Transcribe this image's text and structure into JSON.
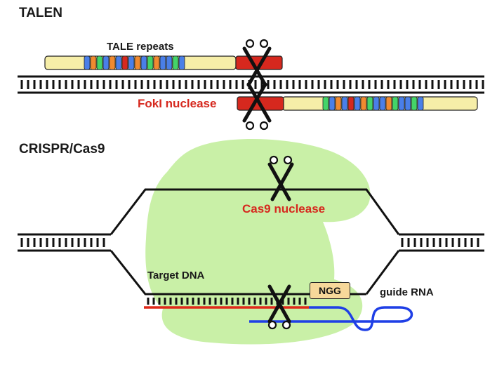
{
  "talen": {
    "title": "TALEN",
    "repeats_label": "TALE repeats",
    "nuclease_label": "FokI nuclease",
    "repeats_top": [
      "#4a7fe8",
      "#f08a30",
      "#44d468",
      "#4a7fe8",
      "#f08a30",
      "#4a7fe8",
      "#d6281e",
      "#4a7fe8",
      "#f08a30",
      "#4a7fe8",
      "#44d468",
      "#f08a30",
      "#4a7fe8",
      "#4a7fe8",
      "#44d468",
      "#4a7fe8"
    ],
    "repeats_bottom": [
      "#44d468",
      "#4a7fe8",
      "#f08a30",
      "#4a7fe8",
      "#d6281e",
      "#4a7fe8",
      "#f08a30",
      "#44d468",
      "#4a7fe8",
      "#4a7fe8",
      "#f08a30",
      "#44d468",
      "#4a7fe8",
      "#4a7fe8",
      "#44d468",
      "#4a7fe8"
    ]
  },
  "crispr": {
    "title": "CRISPR/Cas9",
    "nuclease_label": "Cas9 nuclease",
    "target_label": "Target DNA",
    "pam_label": "NGG",
    "guide_label": "guide RNA"
  },
  "colors": {
    "dna": "#111111",
    "tale_body": "#f6eea8",
    "foki": "#d6281e",
    "cas9_blob": "#c9f0a7",
    "target_strand": "#e02a1b",
    "guide_rna": "#1f3fe6",
    "pam_box": "#f7d89a"
  }
}
